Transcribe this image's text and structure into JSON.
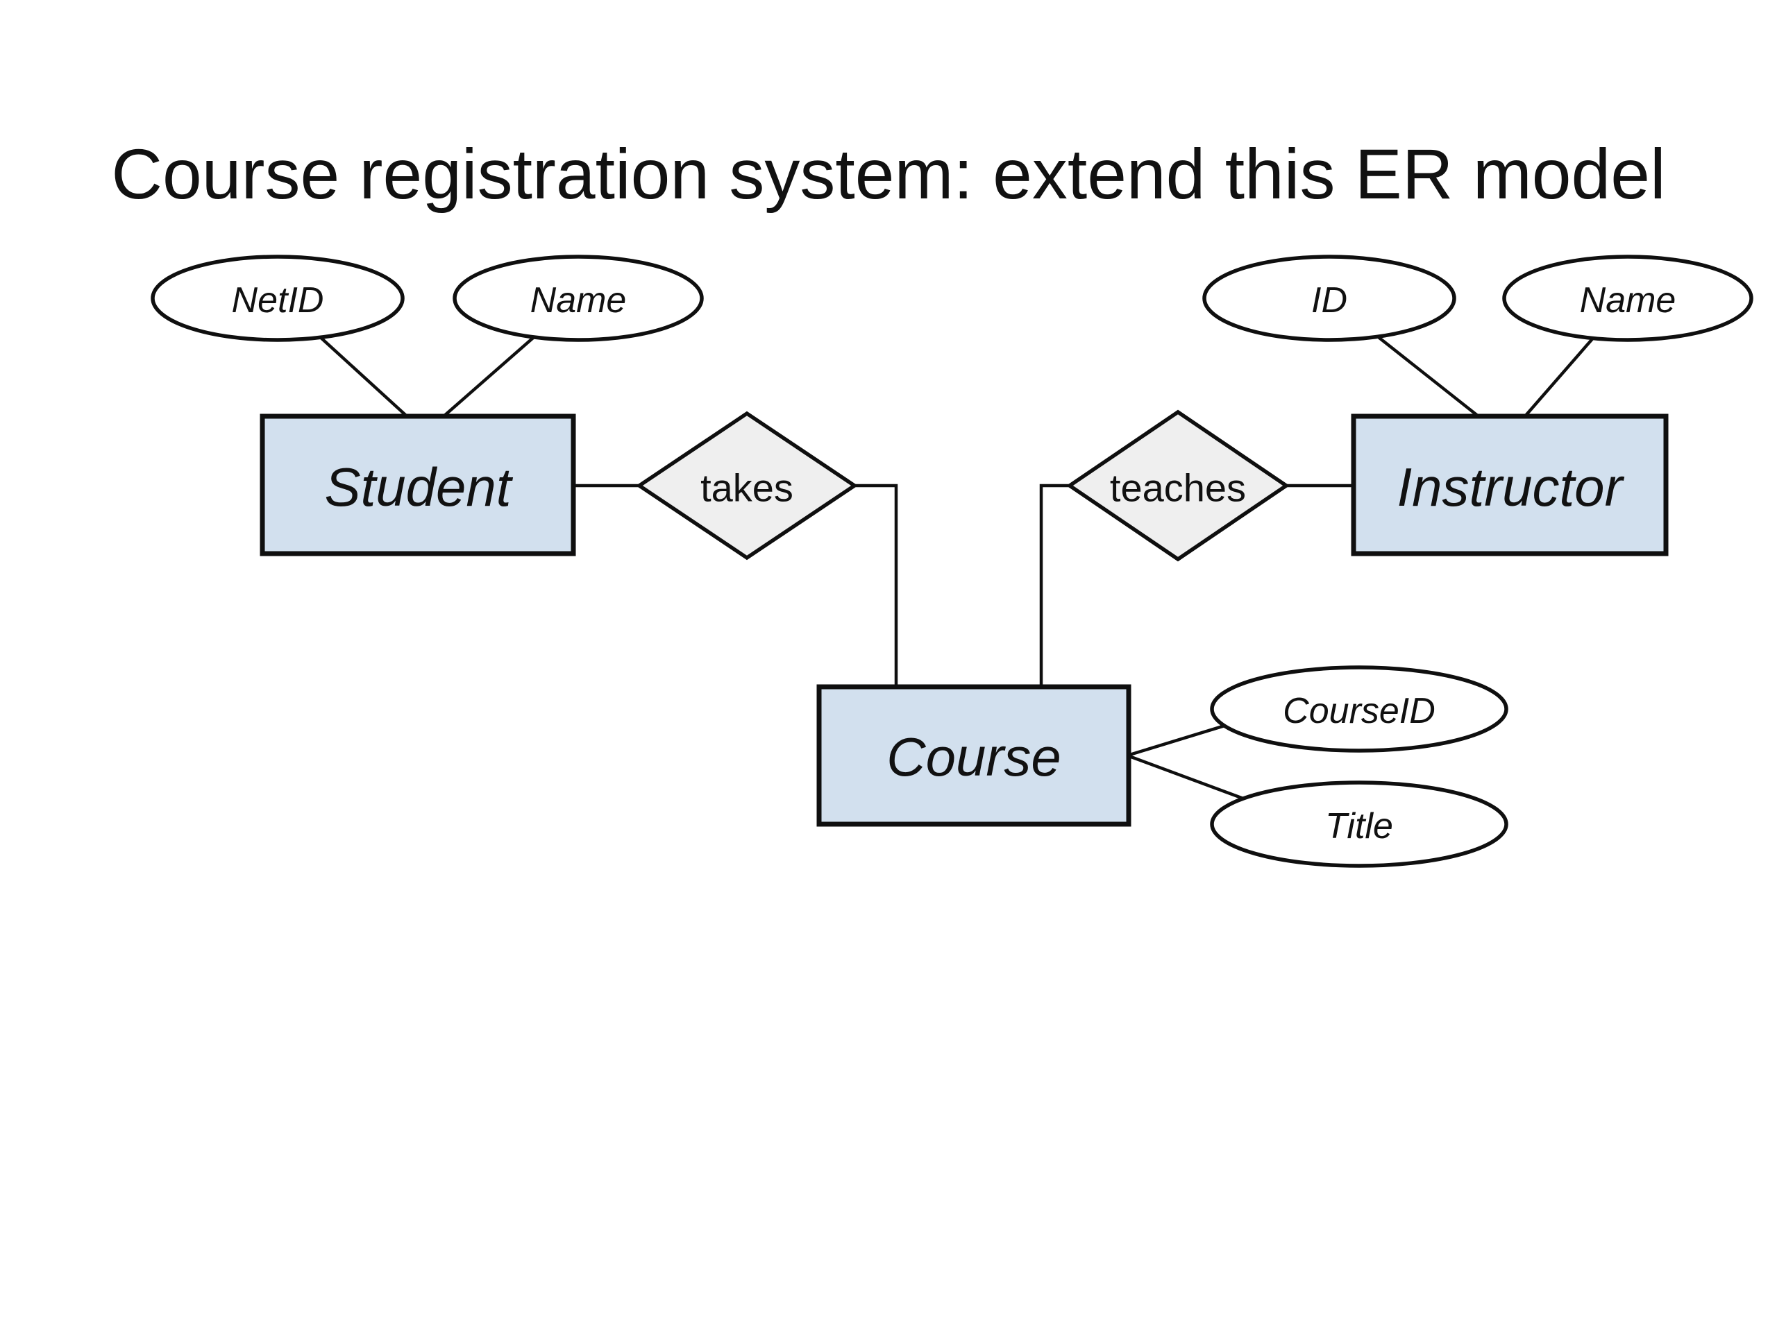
{
  "title": "Course registration system: extend this ER model",
  "diagram": {
    "entities": [
      {
        "id": "student",
        "label": "Student"
      },
      {
        "id": "instructor",
        "label": "Instructor"
      },
      {
        "id": "course",
        "label": "Course"
      }
    ],
    "relationships": [
      {
        "id": "takes",
        "label": "takes",
        "between": [
          "student",
          "course"
        ]
      },
      {
        "id": "teaches",
        "label": "teaches",
        "between": [
          "instructor",
          "course"
        ]
      }
    ],
    "attributes": [
      {
        "id": "netid",
        "label": "NetID",
        "of": "student"
      },
      {
        "id": "student-name",
        "label": "Name",
        "of": "student"
      },
      {
        "id": "instructor-id",
        "label": "ID",
        "of": "instructor"
      },
      {
        "id": "instructor-name",
        "label": "Name",
        "of": "instructor"
      },
      {
        "id": "course-id",
        "label": "CourseID",
        "of": "course"
      },
      {
        "id": "course-title",
        "label": "Title",
        "of": "course"
      }
    ]
  },
  "colors": {
    "entity_fill": "#d2e0ee",
    "relationship_fill": "#efefef",
    "attribute_fill": "#ffffff",
    "stroke": "#0f0f0f",
    "text": "#111111",
    "background": "#ffffff"
  }
}
